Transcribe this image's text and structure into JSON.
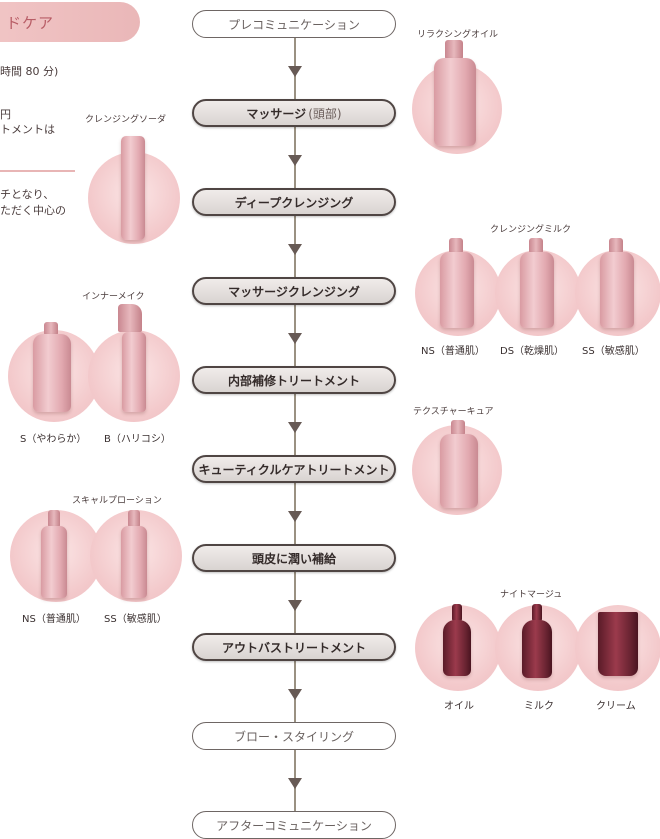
{
  "header": {
    "title": "ドケア"
  },
  "side_text": {
    "time": "時間 80 分)",
    "price_line1": "円",
    "price_line2": "トメントは",
    "note_line1": "チとなり、",
    "note_line2": "ただく中心の"
  },
  "flow": {
    "steps": [
      {
        "label": "プレコミュニケーション",
        "sub": ""
      },
      {
        "label": "マッサージ",
        "sub": "(頭部)"
      },
      {
        "label": "ディープクレンジング",
        "sub": ""
      },
      {
        "label": "マッサージクレンジング",
        "sub": ""
      },
      {
        "label": "内部補修トリートメント",
        "sub": ""
      },
      {
        "label": "キューティクルケアトリートメント",
        "sub": ""
      },
      {
        "label": "頭皮に潤い補給",
        "sub": ""
      },
      {
        "label": "アウトバストリートメント",
        "sub": ""
      },
      {
        "label": "ブロー・スタイリング",
        "sub": ""
      },
      {
        "label": "アフターコミュニケーション",
        "sub": ""
      }
    ]
  },
  "products": {
    "relaxing_oil": {
      "label": "リラクシングオイル"
    },
    "cleansing_soda": {
      "label": "クレンジングソーダ"
    },
    "cleansing_milk": {
      "label": "クレンジングミルク",
      "variants": [
        "NS（普通肌）",
        "DS（乾燥肌）",
        "SS（敏感肌）"
      ]
    },
    "inner_make": {
      "label": "インナーメイク",
      "variants": [
        "S（やわらか）",
        "B（ハリコシ）"
      ]
    },
    "texture_cure": {
      "label": "テクスチャーキュア"
    },
    "scalp_lotion": {
      "label": "スキャルプローション",
      "variants": [
        "NS（普通肌）",
        "SS（敏感肌）"
      ]
    },
    "night_marge": {
      "label": "ナイトマージュ",
      "variants": [
        "オイル",
        "ミルク",
        "クリーム"
      ]
    }
  },
  "colors": {
    "accent": "#e9b6b8",
    "flow_line": "#9a9182",
    "arrow": "#675a55",
    "step_border": "#4f4543"
  }
}
